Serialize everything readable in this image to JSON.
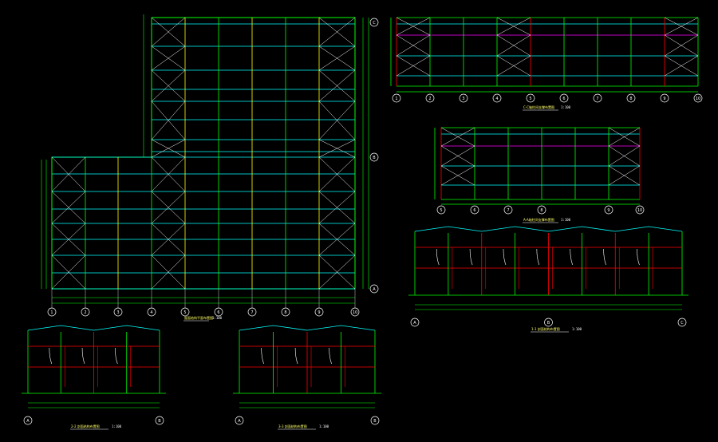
{
  "colors": {
    "background": "#000000",
    "grid_green": "#00ff00",
    "beam_cyan": "#00ffff",
    "column_yellow": "#ffff00",
    "brace_white": "#ffffff",
    "red": "#ff0000",
    "magenta": "#ff00ff"
  },
  "plan": {
    "axis_labels_bottom": [
      "1",
      "2",
      "3",
      "4",
      "5",
      "6",
      "7",
      "8",
      "9",
      "10"
    ],
    "axis_labels_right": [
      "C",
      "B",
      "A"
    ],
    "title": "屋面结构平面布置图",
    "scale": "1:100"
  },
  "elev_top": {
    "axis_labels": [
      "1",
      "2",
      "3",
      "4",
      "5",
      "6",
      "7",
      "8",
      "9",
      "10"
    ],
    "title": "C-C轴柱间支撑布置图",
    "scale": "1:100"
  },
  "elev_mid": {
    "axis_labels": [
      "5",
      "6",
      "7",
      "8",
      "9",
      "10"
    ],
    "title": "A-A轴柱间支撑布置图",
    "scale": "1:100"
  },
  "sect_right": {
    "axis_labels": [
      "A",
      "B",
      "C"
    ],
    "title": "1-1 剖面结构布置图",
    "scale": "1:100"
  },
  "sect_bl": {
    "axis_labels": [
      "A",
      "B"
    ],
    "title": "2-2 剖面结构布置图",
    "scale": "1:100"
  },
  "sect_bm": {
    "axis_labels": [
      "A",
      "B"
    ],
    "title": "3-3 剖面结构布置图",
    "scale": "1:100"
  }
}
